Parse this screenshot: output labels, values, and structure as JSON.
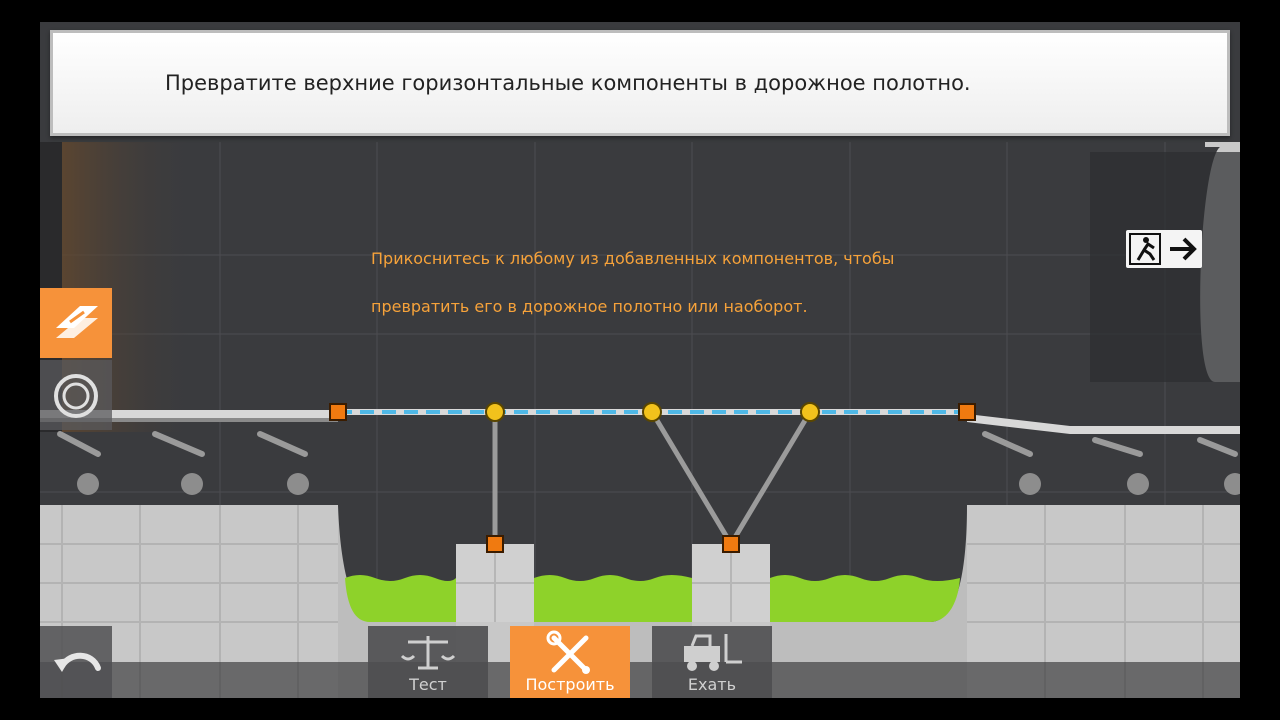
{
  "banner": {
    "text": "Превратите верхние горизонтальные компоненты в дорожное полотно."
  },
  "hint": {
    "line1": "Прикоснитесь к любому из добавленных компонентов, чтобы",
    "line2": "превратить его в дорожное полотно или наоборот."
  },
  "side_tools": [
    {
      "icon": "road-tool-icon",
      "active": true
    },
    {
      "icon": "rope-coil-icon",
      "active": false
    }
  ],
  "exit": {
    "icons": [
      "exit-running-man-icon",
      "arrow-right-icon"
    ]
  },
  "bottom_bar": {
    "buttons": [
      {
        "label": "Тест",
        "icon": "balance-scale-icon",
        "active": false
      },
      {
        "label": "Построить",
        "icon": "wrench-screwdriver-icon",
        "active": true
      },
      {
        "label": "Ехать",
        "icon": "forklift-icon",
        "active": false
      }
    ],
    "undo_icon": "undo-icon"
  },
  "colors": {
    "accent": "#f6923a",
    "hint_text": "#f6a23a",
    "road": "#4fb8e6",
    "acid": "#8ed22a",
    "joint_fixed": "#f07a10",
    "joint_free": "#f2c21c",
    "background": "#3a3b3e"
  }
}
